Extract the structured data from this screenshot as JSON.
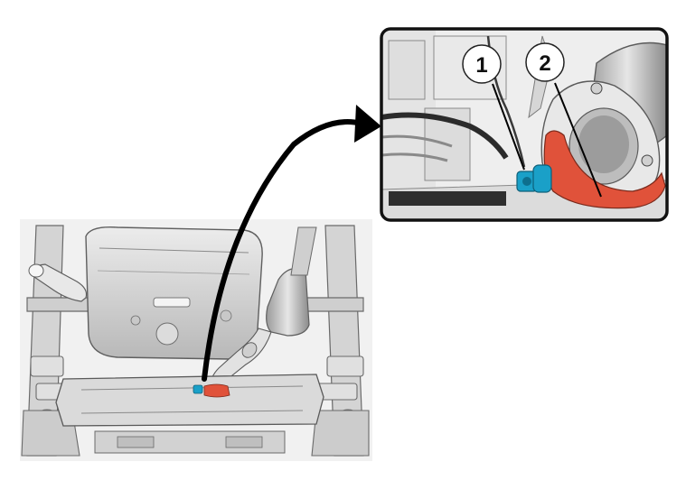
{
  "diagram": {
    "callouts": [
      {
        "id": 1,
        "label": "1",
        "part_color": "#1aa0c8"
      },
      {
        "id": 2,
        "label": "2",
        "part_color": "#e0523a"
      }
    ],
    "colors": {
      "line_art": "#6f6f6f",
      "shading": "#d9d9d9",
      "inset_border": "#111111",
      "arrow": "#000000",
      "highlight_blue": "#1aa0c8",
      "highlight_red": "#e0523a"
    }
  }
}
